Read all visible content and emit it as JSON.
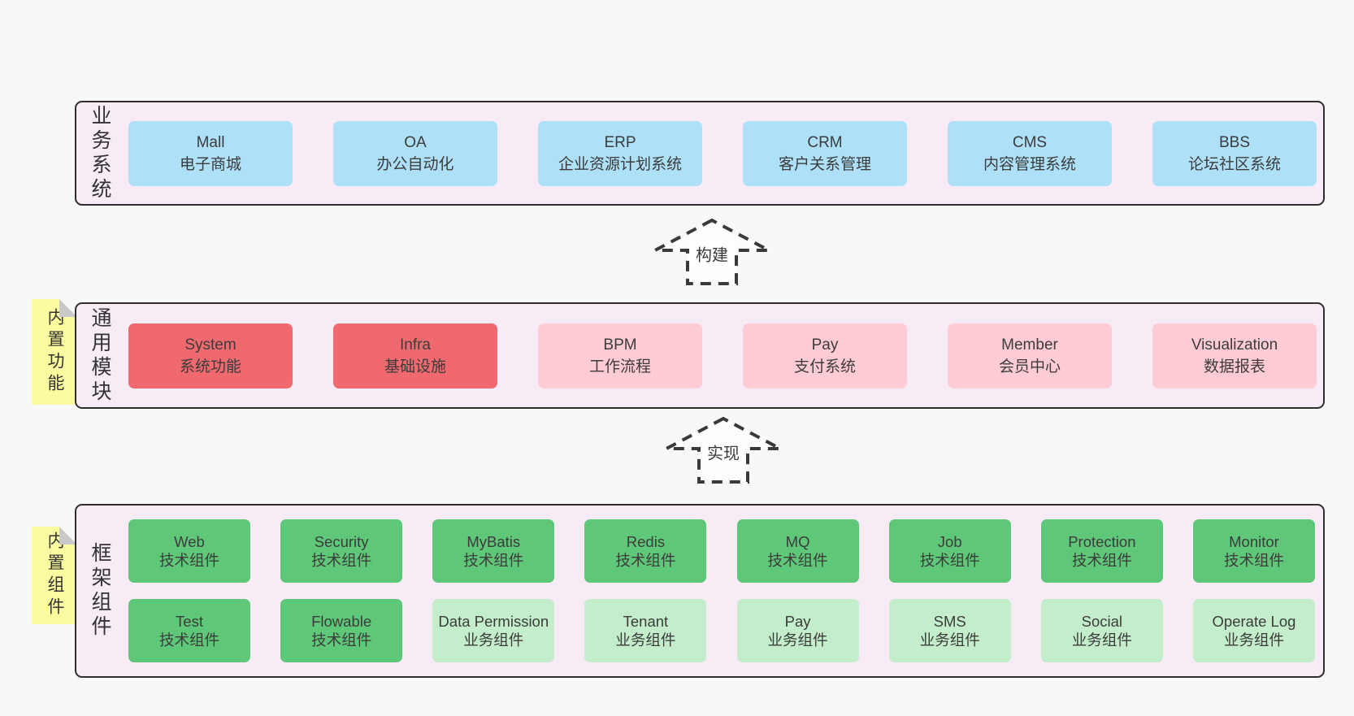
{
  "colors": {
    "page_bg": "#f8f8f8",
    "container_bg": "#f7ecf6",
    "container_border": "#2e2e2e",
    "blue_box": "#aee0f8",
    "red_box": "#f0696e",
    "pink_box": "#ffccd5",
    "green_box": "#5fc778",
    "light_green_box": "#c3edcb",
    "note_yellow": "#fbfc9f",
    "note_fold_gray": "#c9c9c9",
    "text": "#3a3a3a"
  },
  "business_band": {
    "label": "业务系统",
    "boxes": [
      {
        "name": "Mall",
        "desc": "电子商城",
        "variant": "blue"
      },
      {
        "name": "OA",
        "desc": "办公自动化",
        "variant": "blue"
      },
      {
        "name": "ERP",
        "desc": "企业资源计划系统",
        "variant": "blue"
      },
      {
        "name": "CRM",
        "desc": "客户关系管理",
        "variant": "blue"
      },
      {
        "name": "CMS",
        "desc": "内容管理系统",
        "variant": "blue"
      },
      {
        "name": "BBS",
        "desc": "论坛社区系统",
        "variant": "blue"
      }
    ]
  },
  "arrows": [
    {
      "label": "构建"
    },
    {
      "label": "实现"
    }
  ],
  "module_band": {
    "label": "通用模块",
    "note": "内置功能",
    "boxes": [
      {
        "name": "System",
        "desc": "系统功能",
        "variant": "red"
      },
      {
        "name": "Infra",
        "desc": "基础设施",
        "variant": "red"
      },
      {
        "name": "BPM",
        "desc": "工作流程",
        "variant": "pink"
      },
      {
        "name": "Pay",
        "desc": "支付系统",
        "variant": "pink"
      },
      {
        "name": "Member",
        "desc": "会员中心",
        "variant": "pink"
      },
      {
        "name": "Visualization",
        "desc": "数据报表",
        "variant": "pink"
      }
    ]
  },
  "framework_band": {
    "label": "框架组件",
    "note": "内置组件",
    "rows": [
      [
        {
          "name": "Web",
          "desc": "技术组件",
          "variant": "green"
        },
        {
          "name": "Security",
          "desc": "技术组件",
          "variant": "green"
        },
        {
          "name": "MyBatis",
          "desc": "技术组件",
          "variant": "green"
        },
        {
          "name": "Redis",
          "desc": "技术组件",
          "variant": "green"
        },
        {
          "name": "MQ",
          "desc": "技术组件",
          "variant": "green"
        },
        {
          "name": "Job",
          "desc": "技术组件",
          "variant": "green"
        },
        {
          "name": "Protection",
          "desc": "技术组件",
          "variant": "green"
        },
        {
          "name": "Monitor",
          "desc": "技术组件",
          "variant": "green"
        }
      ],
      [
        {
          "name": "Test",
          "desc": "技术组件",
          "variant": "green"
        },
        {
          "name": "Flowable",
          "desc": "技术组件",
          "variant": "green"
        },
        {
          "name": "Data Permission",
          "desc": "业务组件",
          "variant": "lightgreen"
        },
        {
          "name": "Tenant",
          "desc": "业务组件",
          "variant": "lightgreen"
        },
        {
          "name": "Pay",
          "desc": "业务组件",
          "variant": "lightgreen"
        },
        {
          "name": "SMS",
          "desc": "业务组件",
          "variant": "lightgreen"
        },
        {
          "name": "Social",
          "desc": "业务组件",
          "variant": "lightgreen"
        },
        {
          "name": "Operate Log",
          "desc": "业务组件",
          "variant": "lightgreen"
        }
      ]
    ]
  }
}
